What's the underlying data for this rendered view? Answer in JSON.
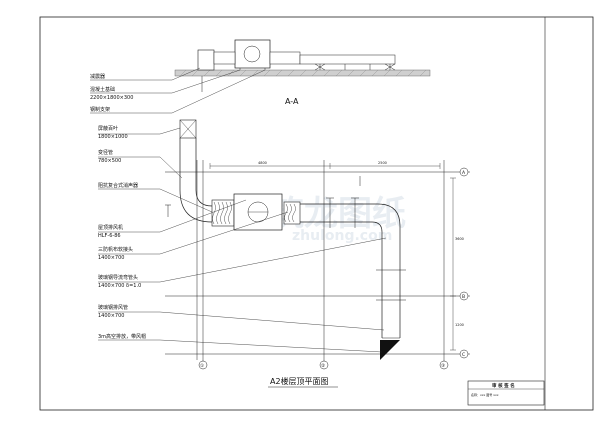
{
  "drawing": {
    "section_title": "A-A",
    "plan_title": "A2楼层顶平面图",
    "labels": {
      "damper": "减震器",
      "concrete_base": "混凝土基础",
      "concrete_base_size": "2200×1800×300",
      "steel_support": "钢制支架",
      "louver": "屏蔽百叶",
      "louver_size": "1800×1000",
      "reducer": "变径管",
      "reducer_size": "780×500",
      "silencer": "阻抗复合式消声器",
      "fan": "屋顶排风机",
      "fan_model": "HLF-6-86",
      "flex_joint": "三防帆布软接头",
      "flex_joint_size": "1400×700",
      "elbow": "玻璃钢导流弯管头",
      "elbow_size": "1400×700 δ=1.0",
      "duct": "玻璃钢排风管",
      "duct_size": "1400×700",
      "outlet": "3m高空排放，带风帽"
    },
    "axes": {
      "top": "A",
      "mid": "B",
      "bottom": "C",
      "col1": "①",
      "col2": "②",
      "col3": "③"
    },
    "dims": {
      "d1": "4800",
      "d2": "2500",
      "d3": "3600",
      "d4": "1200"
    }
  },
  "title_block": {
    "line1": "审 核 签 名",
    "line2": "名称：xxx 图号 xxx"
  },
  "watermark": {
    "main": "筑龙图纸",
    "sub": "zhulong.com"
  }
}
